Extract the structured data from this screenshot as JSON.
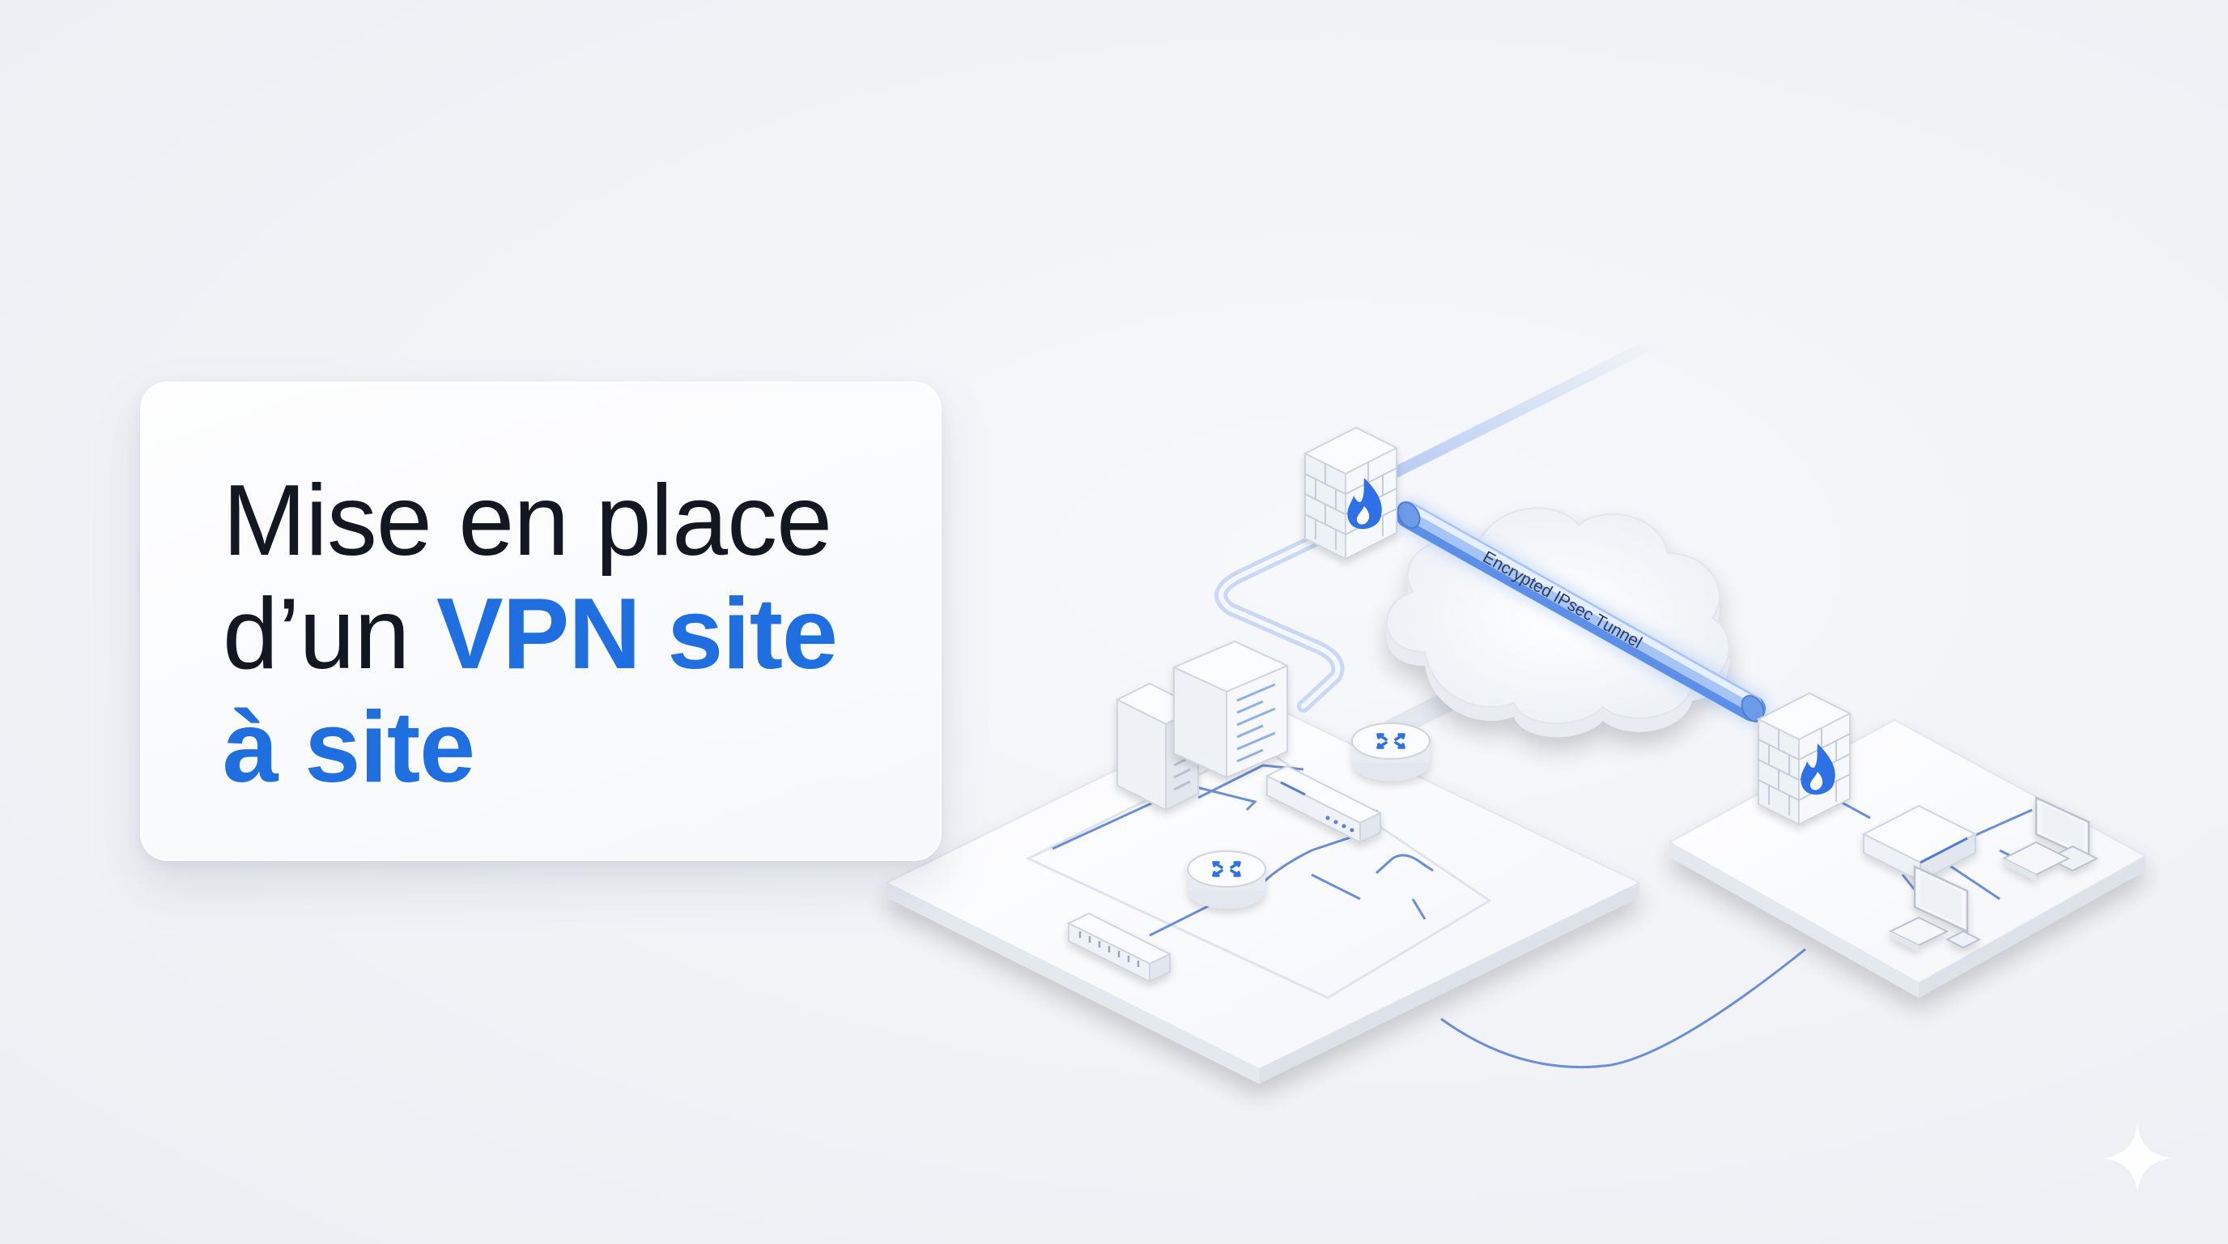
{
  "title": {
    "line1": "Mise en place",
    "line2_prefix": "d’un ",
    "line2_accent": "VPN site",
    "line3_accent": "à site"
  },
  "diagram": {
    "tunnel_label": "Encrypted IPsec Tunnel"
  },
  "colors": {
    "accent": "#1f6fe0",
    "title_text": "#131722",
    "background": "#f0f2f6",
    "link_line": "#5a86d8",
    "firewall_flame": "#2f6fe6"
  },
  "icons": [
    "firewall-icon",
    "flame-icon",
    "cloud-icon",
    "router-icon",
    "server-icon",
    "switch-icon",
    "desktop-icon",
    "sparkle-icon"
  ]
}
